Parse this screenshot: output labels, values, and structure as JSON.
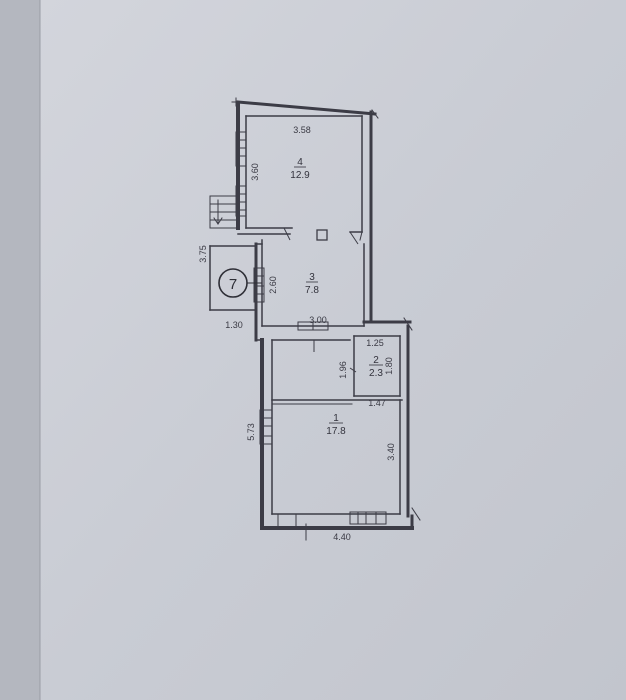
{
  "plan": {
    "unit_marker": "7",
    "rooms": [
      {
        "number": "4",
        "area": "12.9"
      },
      {
        "number": "3",
        "area": "7.8"
      },
      {
        "number": "2",
        "area": "2.3"
      },
      {
        "number": "1",
        "area": "17.8"
      }
    ],
    "dimensions": {
      "top_width": "3.58",
      "room4_height": "3.60",
      "stair_height": "3.75",
      "room3_height": "2.60",
      "stair_width": "1.30",
      "mid_width": "3.00",
      "closet_width": "1.25",
      "closet_height": "1.80",
      "hall_height": "1.96",
      "closet_bottom": "1.47",
      "room1_height": "3.40",
      "left_height": "5.73",
      "bottom_width": "4.40"
    }
  }
}
